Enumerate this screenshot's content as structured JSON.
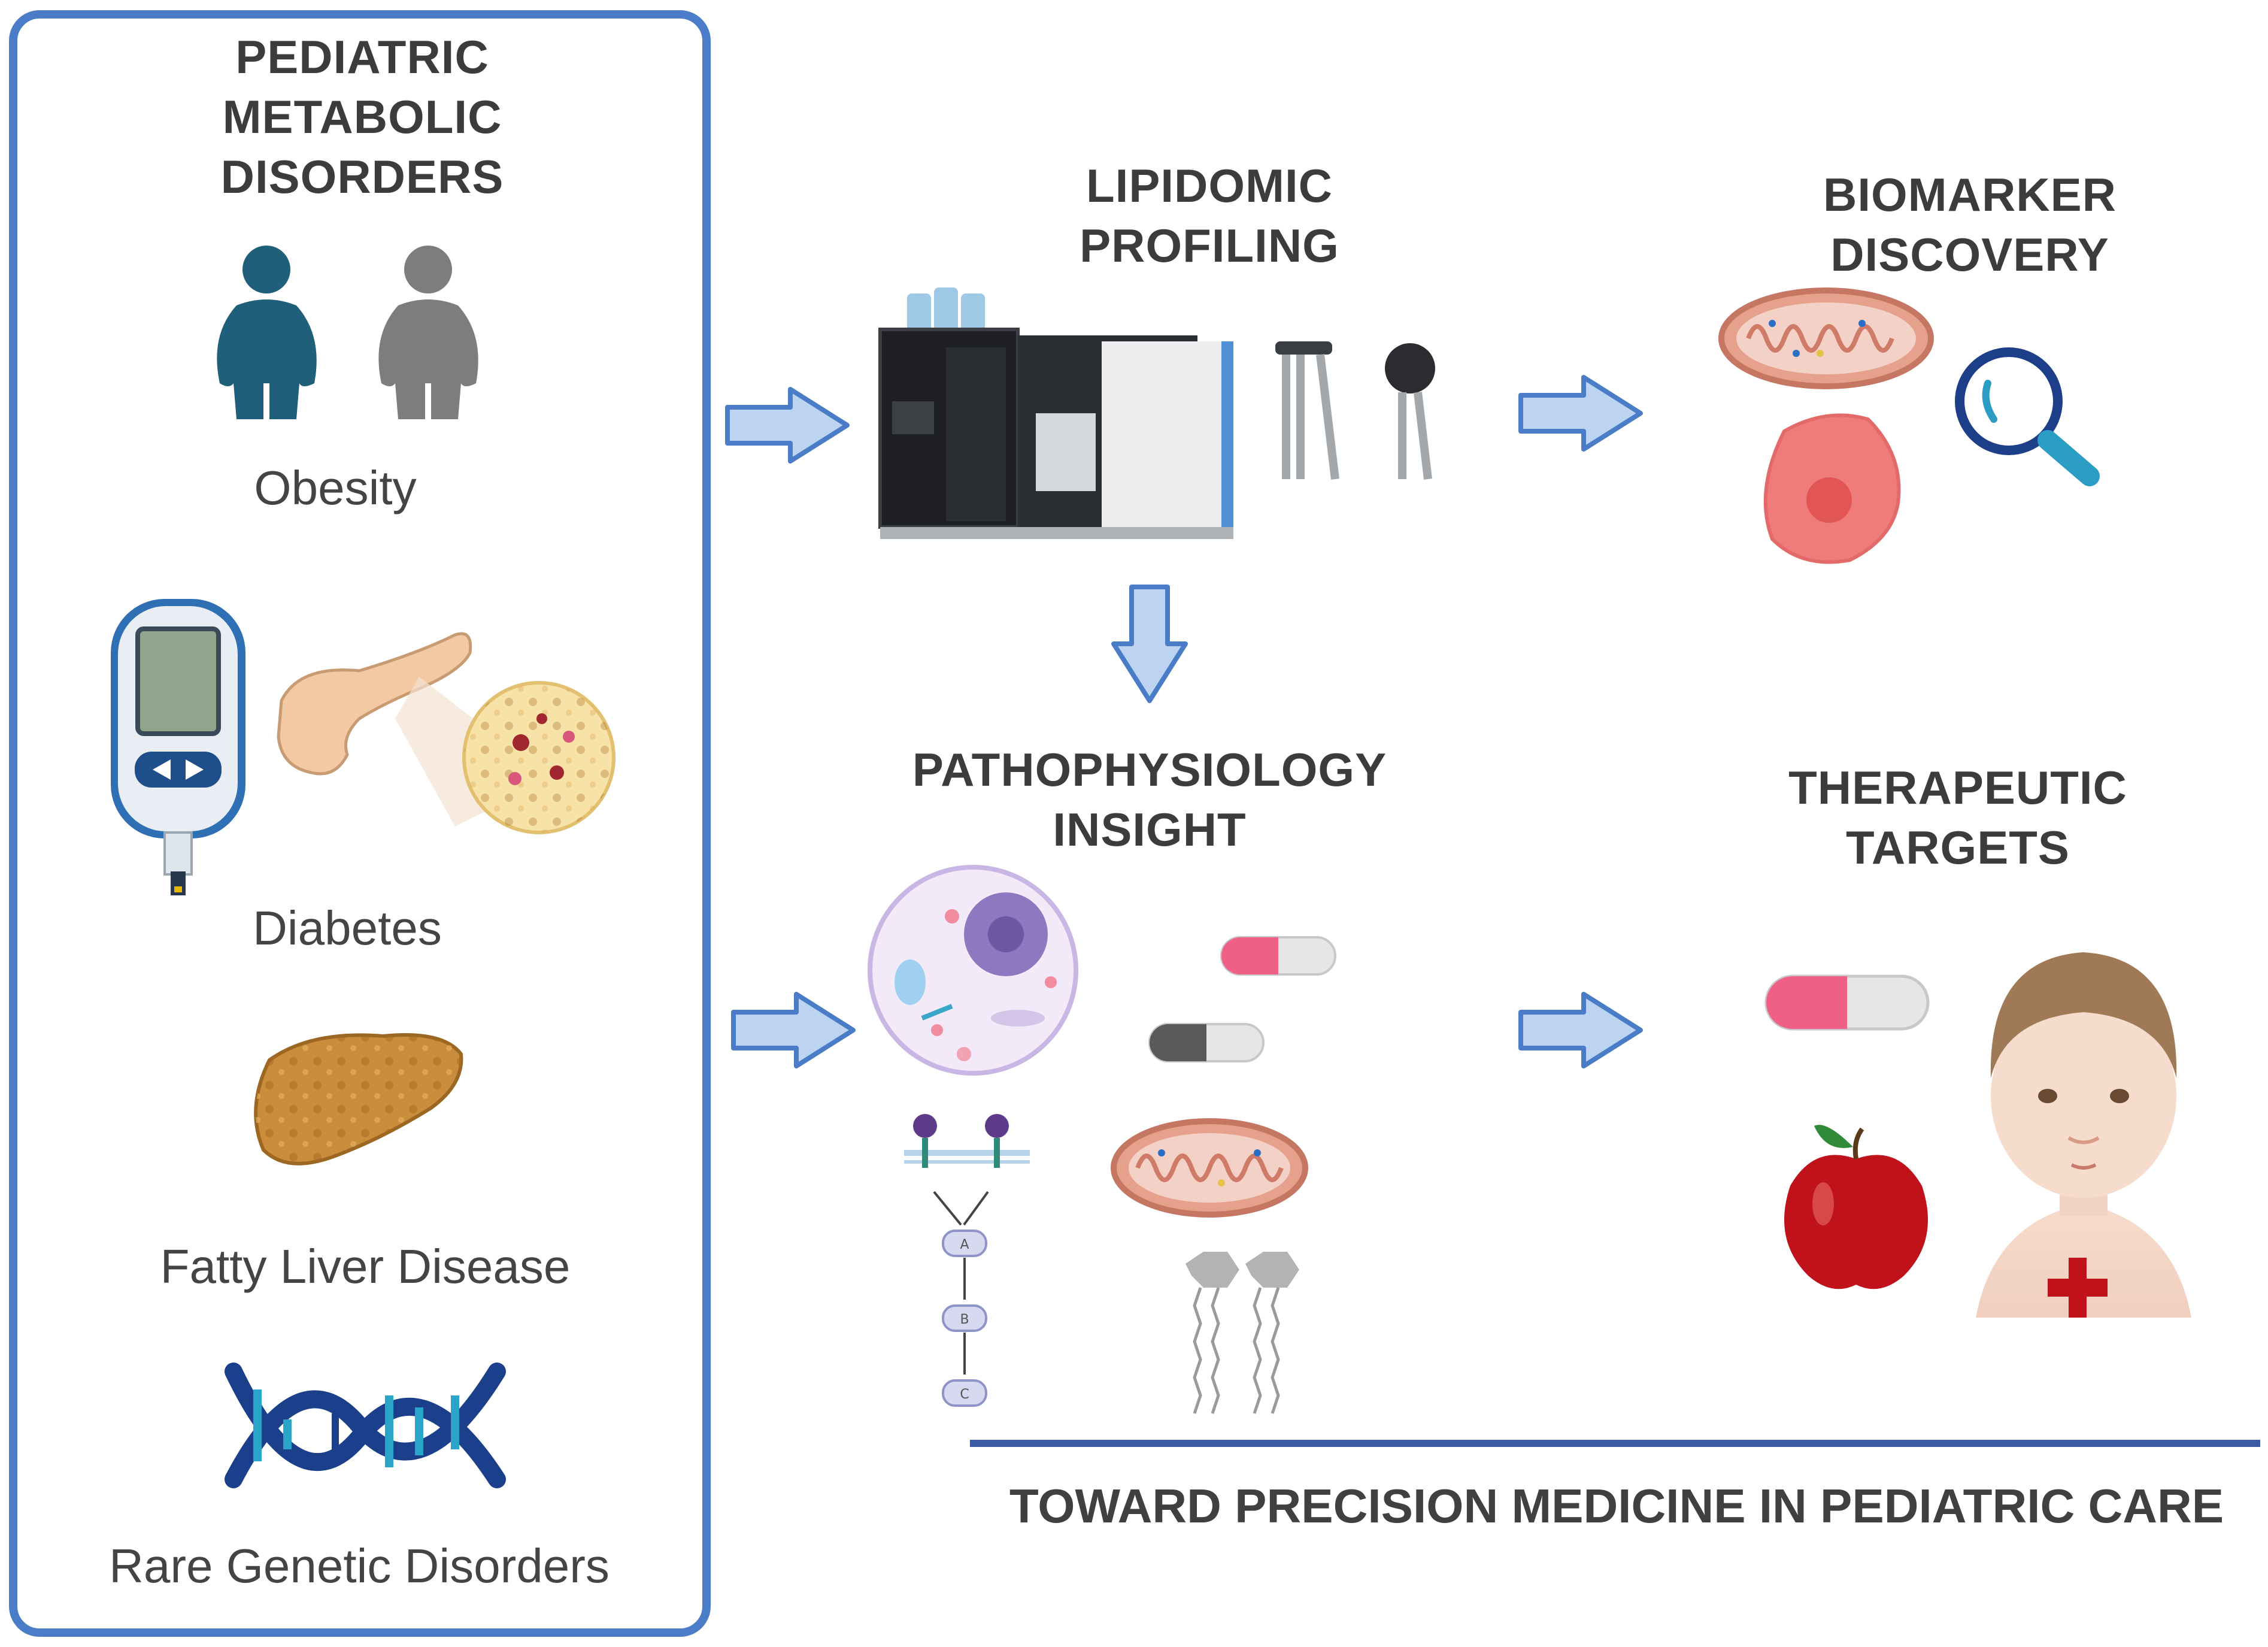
{
  "left_panel": {
    "title_lines": [
      "PEDIATRIC",
      "METABOLIC",
      "DISORDERS"
    ],
    "conditions": [
      {
        "label": "Obesity"
      },
      {
        "label": "Diabetes"
      },
      {
        "label": "Fatty Liver Disease"
      },
      {
        "label": "Rare Genetic Disorders"
      }
    ]
  },
  "stages": {
    "lipidomic": {
      "lines": [
        "LIPIDOMIC",
        "PROFILING"
      ]
    },
    "biomarker": {
      "lines": [
        "BIOMARKER",
        "DISCOVERY"
      ]
    },
    "pathophysiology": {
      "lines": [
        "PATHOPHYSIOLOGY",
        "INSIGHT"
      ]
    },
    "therapeutic": {
      "lines": [
        "THERAPEUTIC",
        "TARGETS"
      ]
    }
  },
  "pathway_nodes": [
    "A",
    "B",
    "C"
  ],
  "footer": {
    "text": "TOWARD PRECISION MEDICINE IN PEDIATRIC CARE"
  },
  "colors": {
    "panel_border": "#4a7cc7",
    "arrow_fill": "#bcd4f2",
    "arrow_stroke": "#4a7cc7",
    "footer_line": "#3a5aa6",
    "teal": "#1f5f7a",
    "grey_figure": "#7d7d7d",
    "dna_dark": "#1c3f8c",
    "dna_light": "#2aa5c9",
    "liver": "#c98d3b",
    "pill_pink": "#ef5f86",
    "apple": "#c0121a",
    "magnifier": "#2b9dc4"
  },
  "icons": [
    "obesity-figure-icon",
    "glucose-meter-icon",
    "pancreas-icon",
    "liver-icon",
    "dna-icon",
    "mass-spectrometer-icon",
    "lipid-icon",
    "mitochondria-icon",
    "cell-icon",
    "magnifier-icon",
    "capsule-icon",
    "apple-icon",
    "child-icon",
    "medical-cross-icon"
  ]
}
